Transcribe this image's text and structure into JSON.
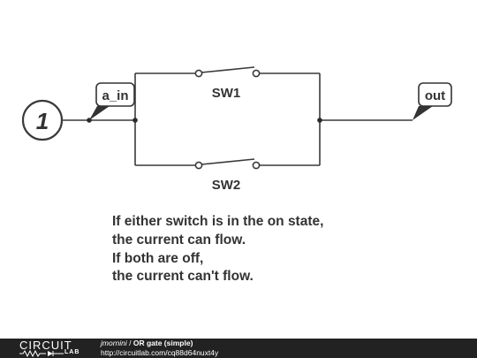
{
  "schematic": {
    "source_label": "1",
    "input_tag": "a_in",
    "output_tag": "out",
    "switches": [
      {
        "name": "SW1"
      },
      {
        "name": "SW2"
      }
    ]
  },
  "caption": {
    "lines": [
      "If either switch is in the on state,",
      "the current can flow.",
      "If both are off,",
      "the current can't flow."
    ]
  },
  "footer": {
    "logo_top": "CIRCUIT",
    "logo_bottom": "LAB",
    "author": "jmornini",
    "separator": " / ",
    "title": "OR gate (simple)",
    "url": "http://circuitlab.com/cq88d64nuxt4y"
  },
  "colors": {
    "wire": "#3a3a3a",
    "text": "#333333",
    "footer_bg": "#222222",
    "footer_text": "#ffffff"
  }
}
